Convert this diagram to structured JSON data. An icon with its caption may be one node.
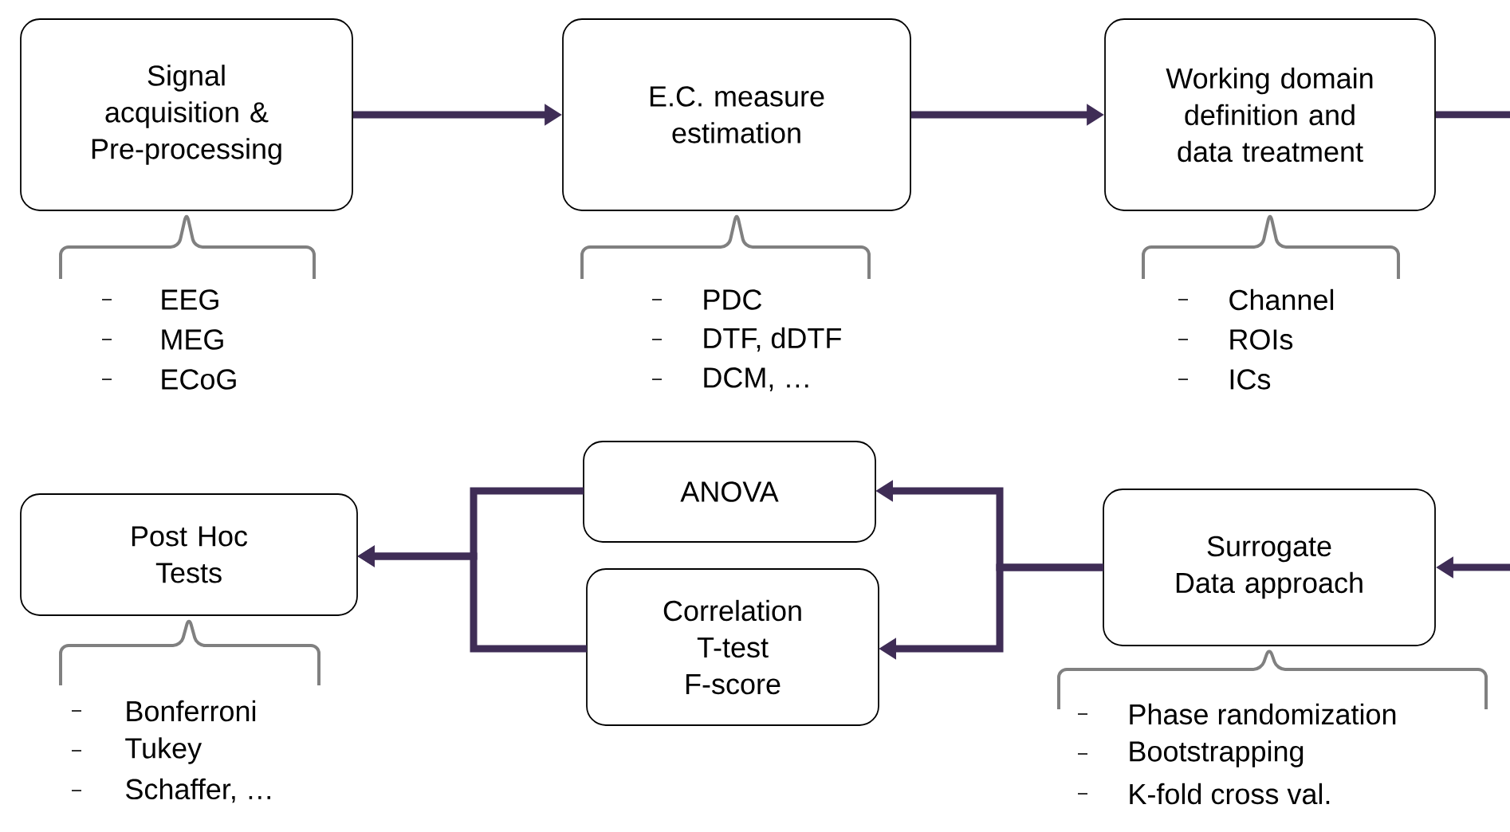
{
  "diagram": {
    "nodes": [
      {
        "text": [
          "Signal acquisition & Pre-processing"
        ],
        "beside": [
          "EEG",
          "MEG",
          "ECoG"
        ]
      },
      {
        "text": [
          "E.C. measure estimation"
        ],
        "beside": [
          "PDC",
          "DTF, dDTF",
          "DCM, …"
        ]
      },
      {
        "text": [
          "Working domain definition and data treatment"
        ],
        "beside": [
          "Channel",
          "ROIs",
          "ICs"
        ]
      },
      {
        "text": [
          "Surrogate Data approach"
        ],
        "beside": [
          "Phase randomization",
          "Bootstrapping",
          "K-fold cross val."
        ]
      },
      {
        "text": [
          "ANOVA"
        ]
      },
      {
        "text": [
          "Correlation T-test F-score"
        ]
      },
      {
        "text": [
          "Post Hoc Tests"
        ],
        "beside": [
          "Bonferroni",
          "Tukey",
          "Schaffer, …"
        ]
      }
    ],
    "edges": [
      {
        "from": 0,
        "to": 1,
        "arrow": "to"
      },
      {
        "from": 1,
        "to": 2,
        "arrow": "to"
      },
      {
        "from": 2,
        "to": null,
        "arrow": "none"
      },
      {
        "from": null,
        "to": 3,
        "arrow": "to"
      },
      {
        "from": 3,
        "to": 4,
        "arrow": "to"
      },
      {
        "from": 3,
        "to": 5,
        "arrow": "to"
      },
      {
        "from": 4,
        "to": 6,
        "arrow": "to"
      },
      {
        "from": 5,
        "to": 6,
        "arrow": "to"
      }
    ]
  }
}
